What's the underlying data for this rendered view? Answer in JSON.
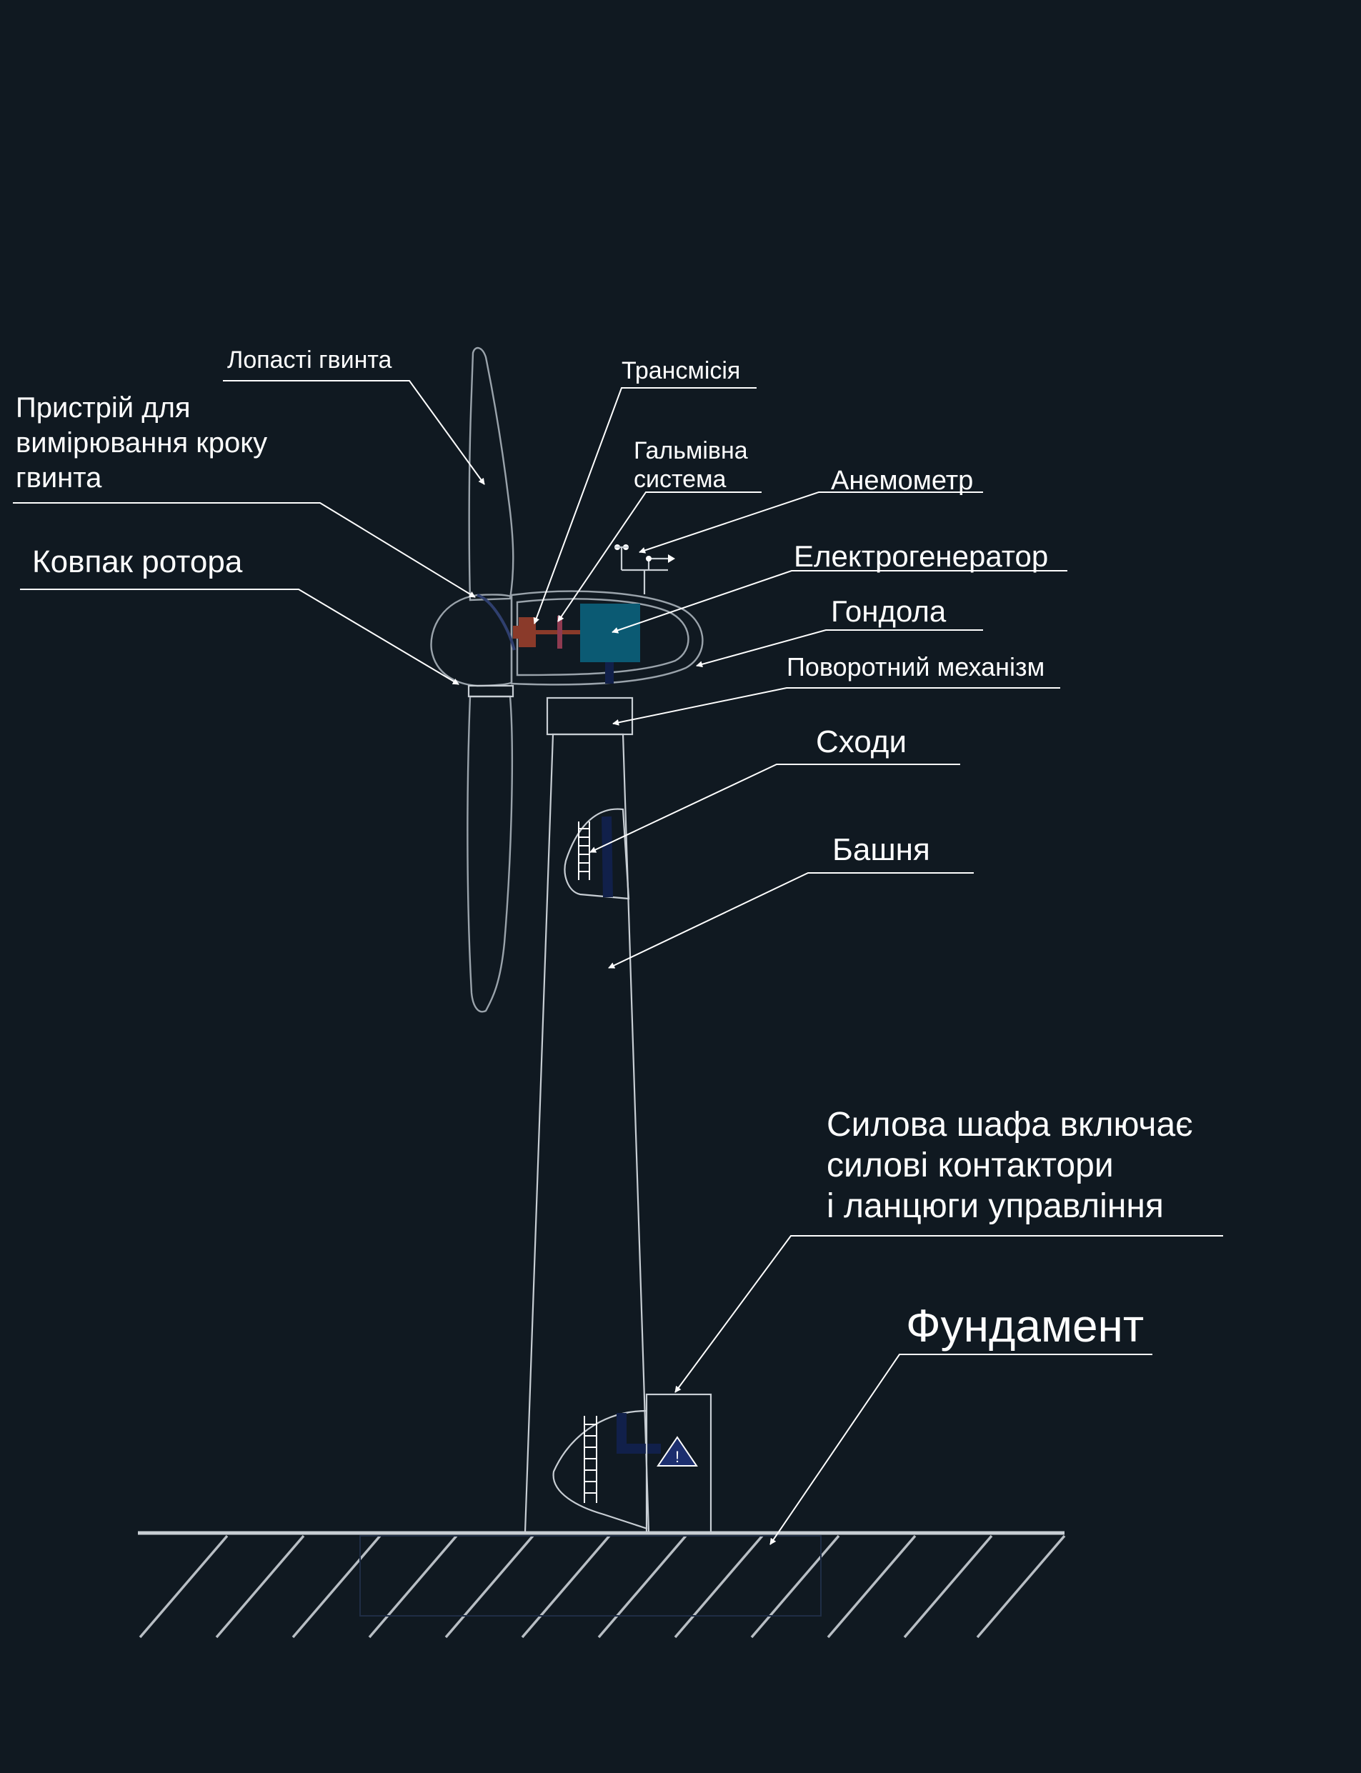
{
  "labels": {
    "blades": "Лопасті гвинта",
    "pitch_line1": "Пристрій для",
    "pitch_line2": "вимірювання кроку",
    "pitch_line3": "гвинта",
    "hub": "Ковпак ротора",
    "transmission": "Трансмісія",
    "brake_line1": "Гальмівна",
    "brake_line2": "система",
    "anemometer": "Анемометр",
    "generator": "Електрогенератор",
    "nacelle": "Гондола",
    "yaw": "Поворотний механізм",
    "ladder": "Сходи",
    "tower": "Башня",
    "cabinet_line1": "Силова шафа включає",
    "cabinet_line2": "силові контактори",
    "cabinet_line3": "і ланцюги управління",
    "foundation": "Фундамент",
    "warning_mark": "!"
  },
  "colors": {
    "background": "#101921",
    "outline": "#9aa3ab",
    "text": "#ffffff",
    "generator": "#0b5a73",
    "transmission": "#8a3a2a",
    "brake": "#8f3a50",
    "interior_dark": "#11204a"
  },
  "icons": {
    "warning": "warning-triangle-icon"
  }
}
